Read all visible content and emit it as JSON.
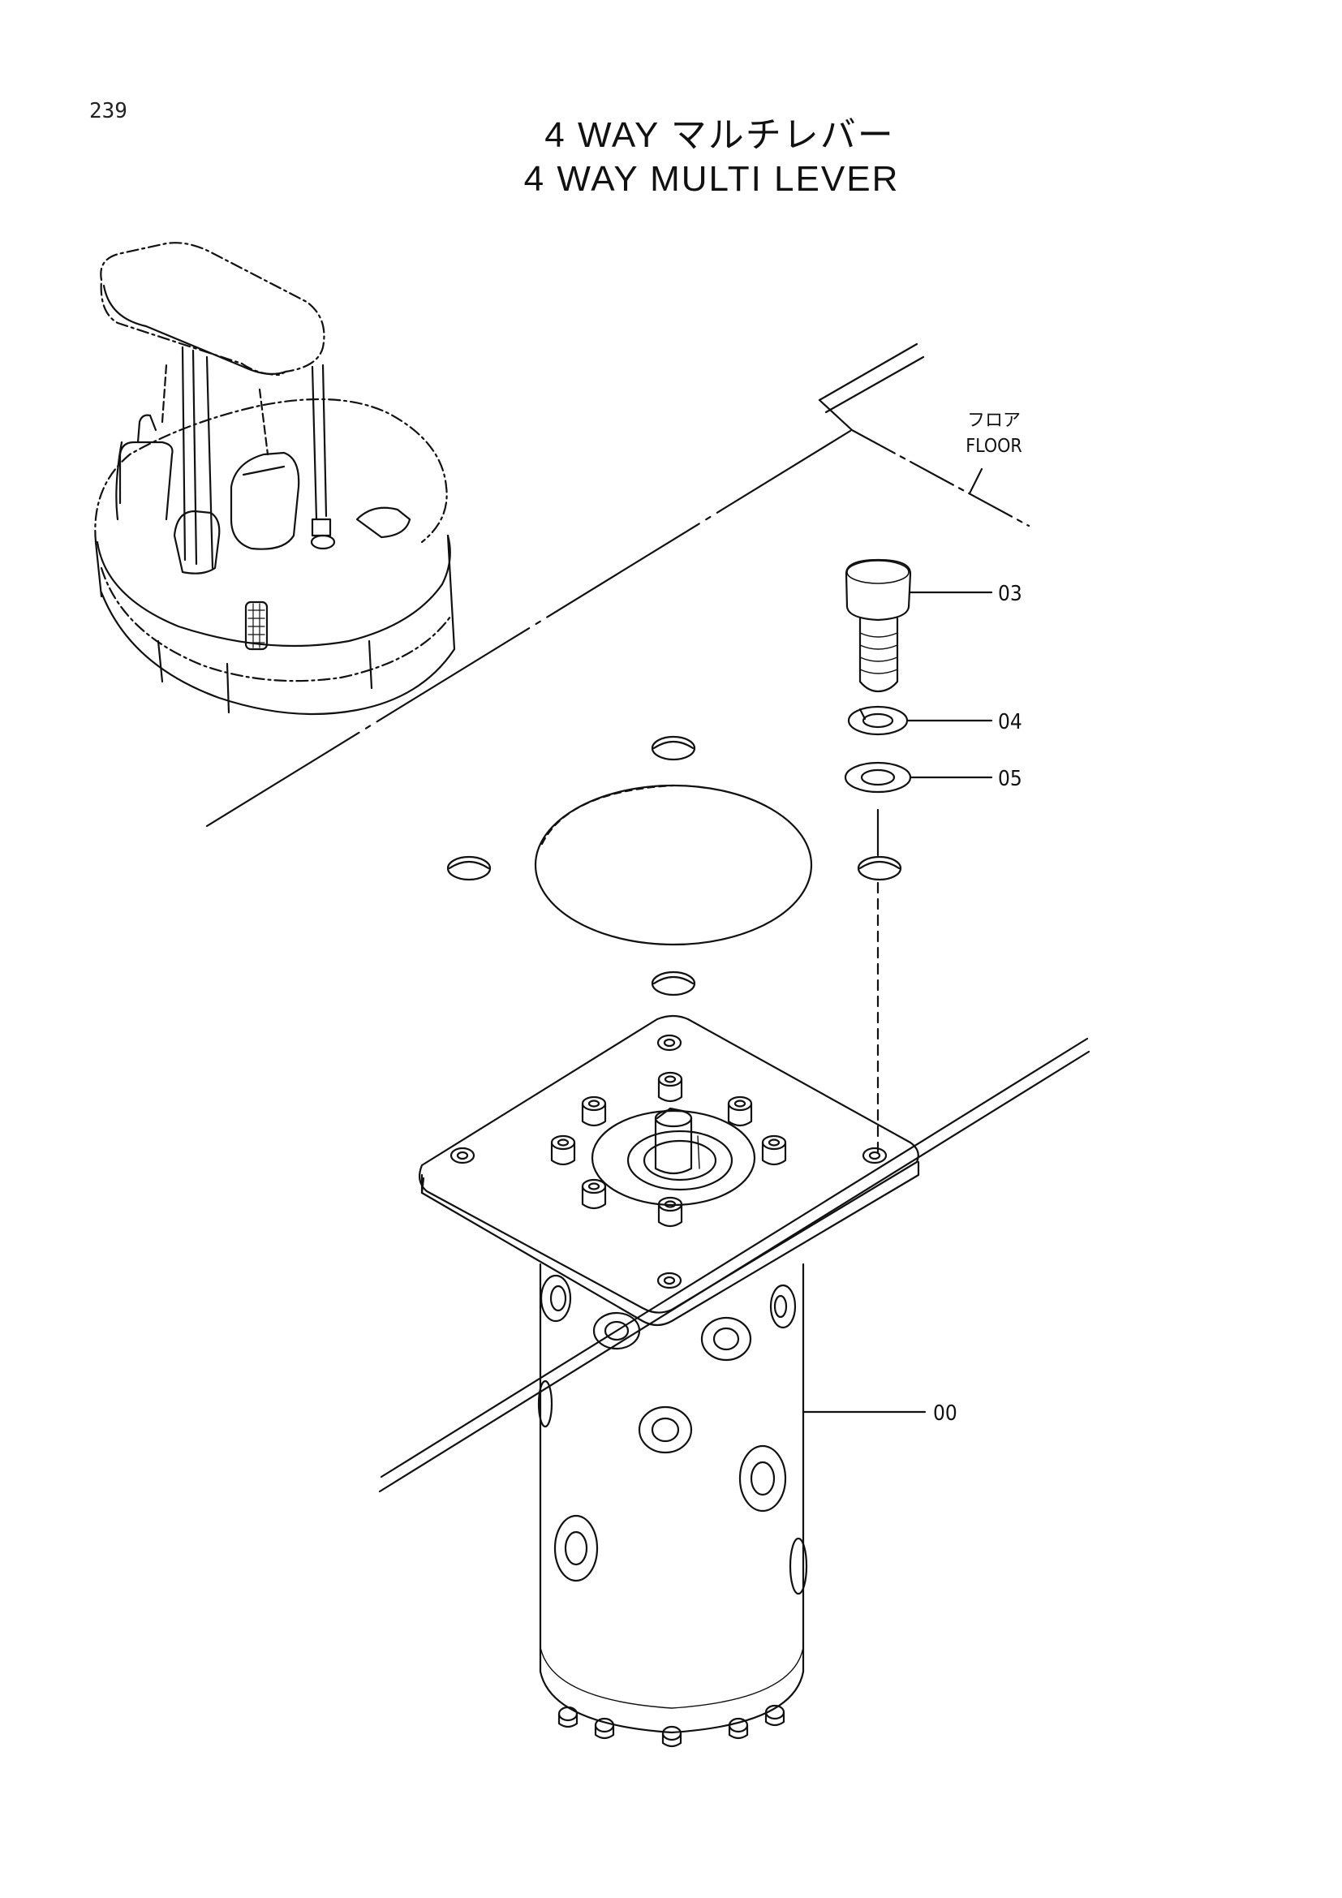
{
  "page": {
    "number": "239"
  },
  "title": {
    "japanese": "4 WAY マルチレバー",
    "english": "4 WAY MULTI LEVER"
  },
  "floor_label": {
    "japanese": "フロア",
    "english": "FLOOR"
  },
  "callouts": [
    {
      "id": "03",
      "part": "bolt"
    },
    {
      "id": "04",
      "part": "spring washer"
    },
    {
      "id": "05",
      "part": "flat washer"
    },
    {
      "id": "00",
      "part": "4 way multi lever valve"
    }
  ]
}
